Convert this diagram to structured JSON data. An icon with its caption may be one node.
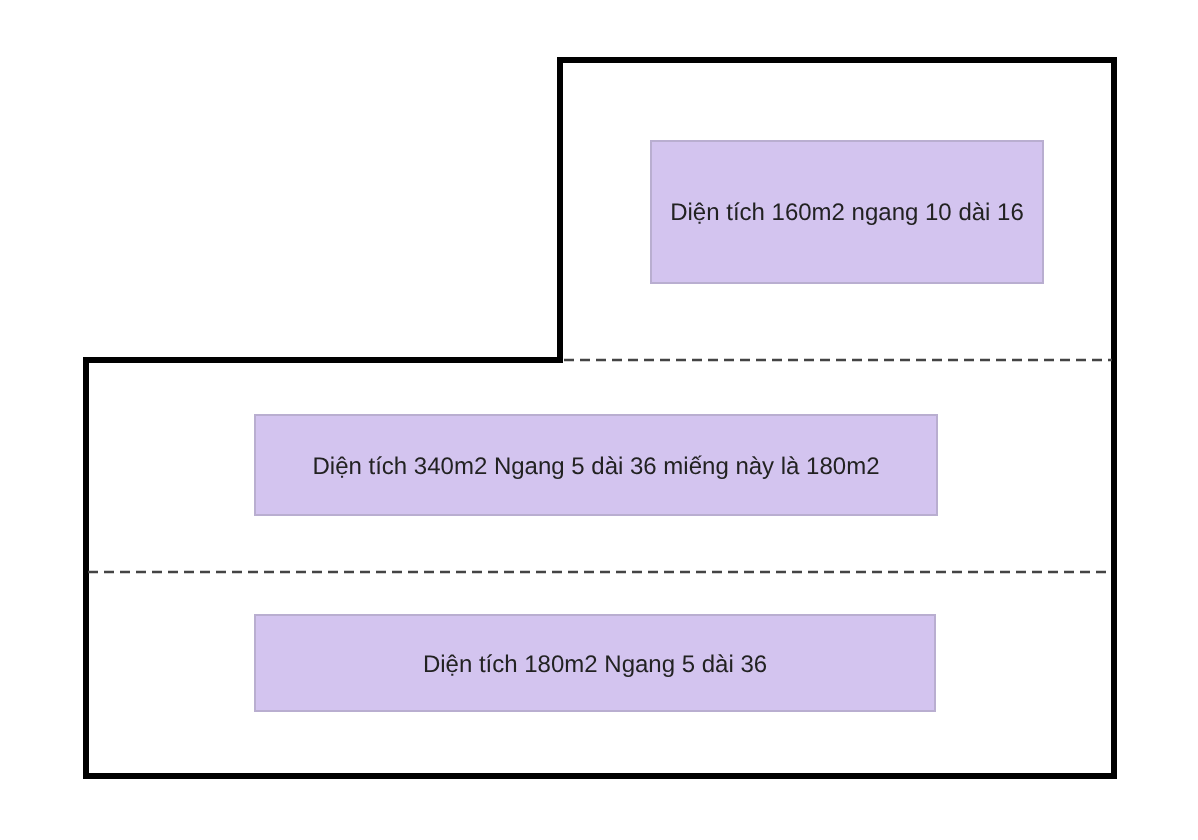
{
  "diagram": {
    "nodes": [
      {
        "text": [
          "Diện tích 160m2 ngang 10 dài 16"
        ]
      },
      {
        "text": [
          "Diện tích 340m2 Ngang 5 dài 36 miếng này là 180m2"
        ]
      },
      {
        "text": [
          "Diện tích 180m2 Ngang 5 dài 36"
        ]
      }
    ]
  }
}
